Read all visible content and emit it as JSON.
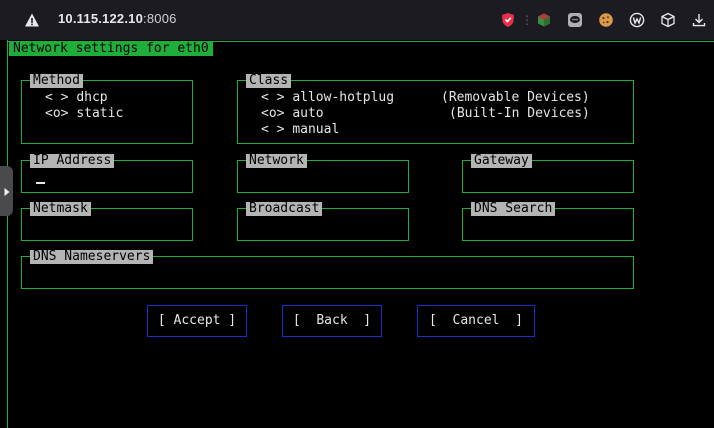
{
  "browser": {
    "url_host": "10.115.122.10",
    "url_port": ":8006",
    "extension_icons": [
      "shield-extension-icon",
      "cube-extension-icon",
      "chat-extension-icon",
      "cookie-extension-icon",
      "w-extension-icon",
      "package-icon",
      "download-icon"
    ],
    "separator": "⋮"
  },
  "window": {
    "title": "Network settings for eth0"
  },
  "method": {
    "label": "Method",
    "options": [
      {
        "marker": "< >",
        "text": "dhcp"
      },
      {
        "marker": "<o>",
        "text": "static"
      }
    ]
  },
  "class": {
    "label": "Class",
    "options": [
      {
        "marker": "< >",
        "text": "allow-hotplug",
        "note": "(Removable Devices)"
      },
      {
        "marker": "<o>",
        "text": "auto",
        "note": "(Built-In Devices)"
      },
      {
        "marker": "< >",
        "text": "manual",
        "note": ""
      }
    ]
  },
  "fields": {
    "ip_address": {
      "label": "IP Address",
      "value": ""
    },
    "network": {
      "label": "Network",
      "value": ""
    },
    "gateway": {
      "label": "Gateway",
      "value": ""
    },
    "netmask": {
      "label": "Netmask",
      "value": ""
    },
    "broadcast": {
      "label": "Broadcast",
      "value": ""
    },
    "dns_search": {
      "label": "DNS Search",
      "value": ""
    },
    "dns_nameservers": {
      "label": "DNS Nameservers",
      "value": ""
    }
  },
  "buttons": {
    "accept": "[ Accept ]",
    "back": "[  Back  ]",
    "cancel": "[  Cancel  ]"
  },
  "colors": {
    "terminal_bg": "#000000",
    "border_green": "#1fae3a",
    "label_gray": "#b4b4b4",
    "button_blue": "#1830c8",
    "text": "#e6e6e6"
  }
}
